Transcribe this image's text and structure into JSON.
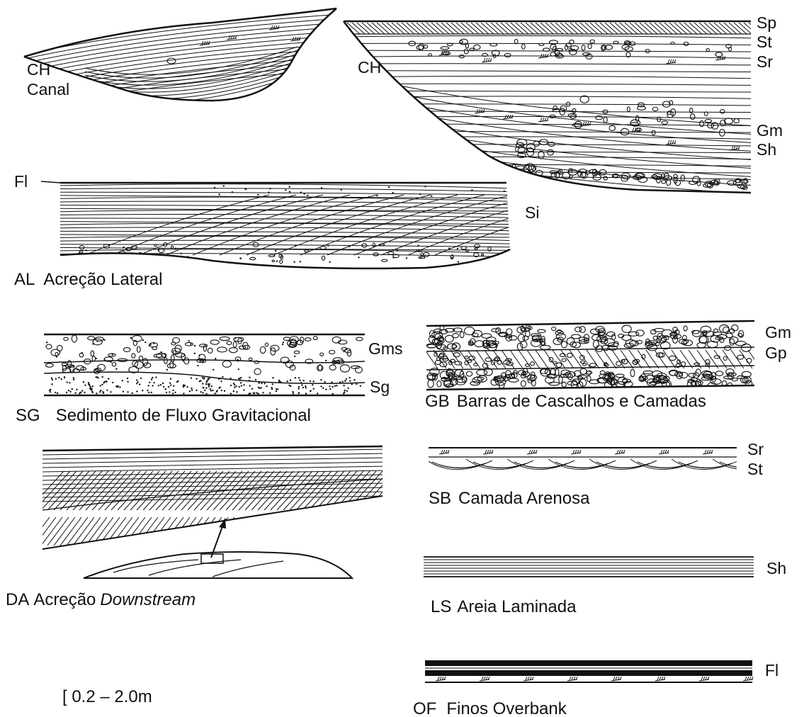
{
  "panels": {
    "ch_small": {
      "code": "CH",
      "name": "Canal"
    },
    "ch_large": {
      "code": "CH",
      "facies": [
        "Sp",
        "St",
        "Sr",
        "Gm",
        "Sh"
      ]
    },
    "al": {
      "code": "AL",
      "name": "Acreção Lateral",
      "facies_top": "Fl",
      "facies_side": "Si"
    },
    "sg": {
      "code": "SG",
      "name": "Sedimento de Fluxo Gravitacional",
      "facies": [
        "Gms",
        "Sg"
      ]
    },
    "gb": {
      "code": "GB",
      "name": "Barras de Cascalhos e Camadas",
      "facies": [
        "Gm",
        "Gp"
      ]
    },
    "sb": {
      "code": "SB",
      "name": "Camada Arenosa",
      "facies": [
        "Sr",
        "St"
      ]
    },
    "da": {
      "code": "DA",
      "name_prefix": "Acreção",
      "name_italic": "Downstream"
    },
    "ls": {
      "code": "LS",
      "name": "Areia Laminada",
      "facies": [
        "Sh"
      ]
    },
    "of": {
      "code": "OF",
      "name": "Finos Overbank",
      "facies": [
        "Fl"
      ]
    }
  },
  "scale": {
    "label": "[ 0.2 – 2.0m"
  }
}
